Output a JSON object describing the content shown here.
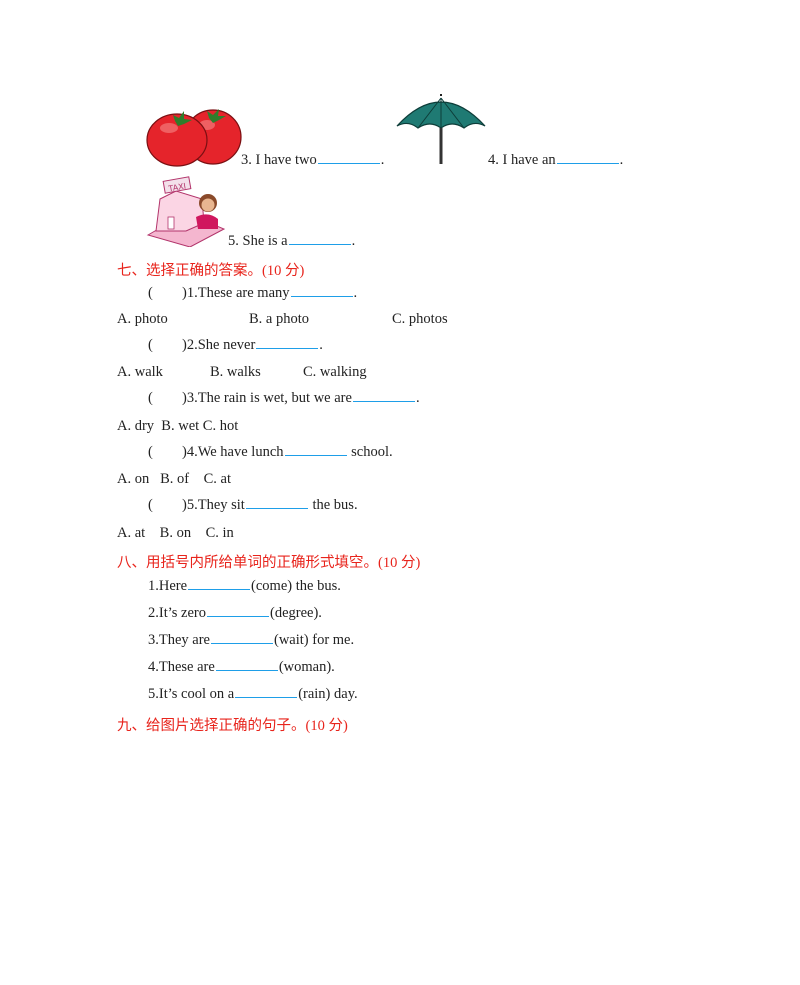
{
  "pictures": [
    {
      "icon": "tomatoes-icon",
      "sentence": {
        "text": "3. I have two",
        "end": "."
      }
    },
    {
      "icon": "umbrella-icon",
      "sentence": {
        "text": "4. I have an",
        "end": "."
      }
    },
    {
      "icon": "taxi-driver-icon",
      "sign": "TAXI",
      "sentence": {
        "text": "5. She is a",
        "end": "."
      }
    }
  ],
  "section7": {
    "heading": "七、选择正确的答案。",
    "points": "(10 分)",
    "questions": [
      {
        "paren": "(",
        "close": ")",
        "stem": "1.These are many",
        "after": ".",
        "options": [
          "A. photo",
          "B. a photo",
          "C. photos"
        ]
      },
      {
        "paren": "(",
        "close": ")",
        "stem": "2.She never",
        "after": ".",
        "options": [
          "A. walk",
          "B. walks",
          "C. walking"
        ]
      },
      {
        "paren": "(",
        "close": ")",
        "stem": "3.The rain is wet, but we are",
        "after": ".",
        "options": [
          "A. dry  B. wet C. hot"
        ]
      },
      {
        "paren": "(",
        "close": ")",
        "stem": "4.We have lunch",
        "after": " school.",
        "options": [
          "A. on   B. of    C. at"
        ]
      },
      {
        "paren": "(",
        "close": ")",
        "stem": "5.They sit",
        "after": " the bus.",
        "options": [
          "A. at    B. on    C. in"
        ]
      }
    ]
  },
  "section8": {
    "heading": "八、用括号内所给单词的正确形式填空。",
    "points": "(10 分)",
    "items": [
      {
        "before": "1.Here",
        "after": "(come) the bus."
      },
      {
        "before": "2.It’s zero",
        "after": "(degree)."
      },
      {
        "before": "3.They are",
        "after": "(wait) for me."
      },
      {
        "before": "4.These are",
        "after": "(woman)."
      },
      {
        "before": "5.It’s cool on a",
        "after": "(rain) day."
      }
    ]
  },
  "section9": {
    "heading": "九、给图片选择正确的句子。",
    "points": "(10 分)"
  },
  "colors": {
    "heading": "#e8241c",
    "blank_line": "#1e9ee8",
    "tomato": "#e5242b",
    "umbrella": "#1f7a73",
    "taxi_sign": "#e64c8a"
  }
}
